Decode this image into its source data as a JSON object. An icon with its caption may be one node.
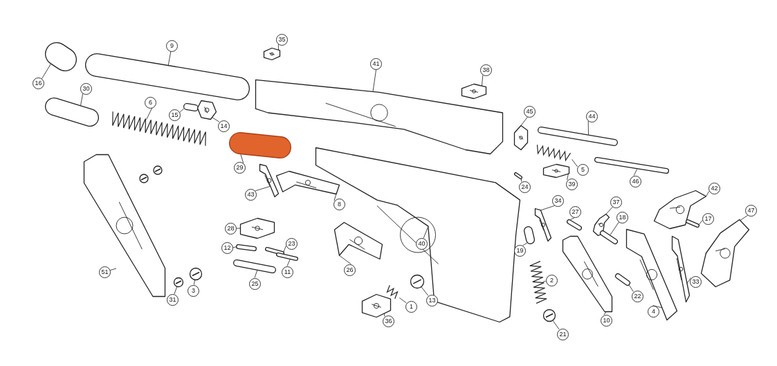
{
  "diagram": {
    "nodes": [
      {
        "text": [
          "16"
        ]
      },
      {
        "text": [],
        "shape": "picture"
      },
      {
        "text": [
          "9"
        ]
      },
      {
        "text": [],
        "shape": "picture"
      },
      {
        "text": [
          "30"
        ]
      },
      {
        "text": [],
        "shape": "picture"
      },
      {
        "text": [
          "6"
        ]
      },
      {
        "text": [],
        "shape": "picture"
      },
      {
        "text": [
          "15"
        ]
      },
      {
        "text": [],
        "shape": "picture"
      },
      {
        "text": [
          "14"
        ]
      },
      {
        "text": [],
        "shape": "picture"
      },
      {
        "text": [
          "35"
        ]
      },
      {
        "text": [],
        "shape": "picture"
      },
      {
        "text": [
          "41"
        ]
      },
      {
        "text": [],
        "shape": "picture"
      },
      {
        "text": [
          "38"
        ]
      },
      {
        "text": [],
        "shape": "picture"
      },
      {
        "text": [
          "45"
        ]
      },
      {
        "text": [],
        "shape": "picture"
      },
      {
        "text": [
          "44"
        ]
      },
      {
        "text": [],
        "shape": "picture"
      },
      {
        "text": [
          "5"
        ]
      },
      {
        "text": [],
        "shape": "picture"
      },
      {
        "text": [
          "46"
        ]
      },
      {
        "text": [],
        "shape": "picture"
      },
      {
        "text": [
          "29"
        ]
      },
      {
        "text": [],
        "shape": "picture"
      },
      {
        "text": [
          "43"
        ]
      },
      {
        "text": [],
        "shape": "picture"
      },
      {
        "text": [
          "8"
        ]
      },
      {
        "text": [],
        "shape": "picture"
      },
      {
        "text": [
          "40"
        ]
      },
      {
        "text": [],
        "shape": "picture"
      },
      {
        "text": [
          "24"
        ]
      },
      {
        "text": [],
        "shape": "picture"
      },
      {
        "text": [
          "39"
        ]
      },
      {
        "text": [],
        "shape": "picture"
      },
      {
        "text": [
          "34"
        ]
      },
      {
        "text": [],
        "shape": "picture"
      },
      {
        "text": [
          "37"
        ]
      },
      {
        "text": [],
        "shape": "picture"
      },
      {
        "text": [
          "27"
        ]
      },
      {
        "text": [],
        "shape": "picture"
      },
      {
        "text": [
          "18"
        ]
      },
      {
        "text": [],
        "shape": "picture"
      },
      {
        "text": [
          "42"
        ]
      },
      {
        "text": [],
        "shape": "picture"
      },
      {
        "text": [
          "17"
        ]
      },
      {
        "text": [],
        "shape": "picture"
      },
      {
        "text": [
          "47"
        ]
      },
      {
        "text": [],
        "shape": "picture"
      },
      {
        "text": [
          "28"
        ]
      },
      {
        "text": [],
        "shape": "picture"
      },
      {
        "text": [
          "12"
        ]
      },
      {
        "text": [],
        "shape": "picture"
      },
      {
        "text": [
          "23"
        ]
      },
      {
        "text": [],
        "shape": "picture"
      },
      {
        "text": [
          "11"
        ]
      },
      {
        "text": [],
        "shape": "picture"
      },
      {
        "text": [
          "25"
        ]
      },
      {
        "text": [],
        "shape": "picture"
      },
      {
        "text": [
          "26"
        ]
      },
      {
        "text": [],
        "shape": "picture"
      },
      {
        "text": [
          "19"
        ]
      },
      {
        "text": [],
        "shape": "picture"
      },
      {
        "text": [
          "51"
        ]
      },
      {
        "text": [],
        "shape": "picture"
      },
      {
        "text": [
          "31"
        ]
      },
      {
        "text": [],
        "shape": "picture"
      },
      {
        "text": [
          "3"
        ]
      },
      {
        "text": [],
        "shape": "picture"
      },
      {
        "text": [
          "2"
        ]
      },
      {
        "text": [],
        "shape": "picture"
      },
      {
        "text": [
          "10"
        ]
      },
      {
        "text": [],
        "shape": "picture"
      },
      {
        "text": [
          "22"
        ]
      },
      {
        "text": [],
        "shape": "picture"
      },
      {
        "text": [
          "4"
        ]
      },
      {
        "text": [],
        "shape": "picture"
      },
      {
        "text": [
          "33"
        ]
      },
      {
        "text": [],
        "shape": "picture"
      },
      {
        "text": [
          "1"
        ]
      },
      {
        "text": [],
        "shape": "picture"
      },
      {
        "text": [
          "13"
        ]
      },
      {
        "text": [],
        "shape": "picture"
      },
      {
        "text": [
          "36"
        ]
      },
      {
        "text": [],
        "shape": "picture"
      },
      {
        "text": [
          "21"
        ]
      },
      {
        "text": [],
        "shape": "picture"
      }
    ],
    "edges": [
      {
        "from": 0,
        "to": 1,
        "arrow": "none"
      },
      {
        "from": 2,
        "to": 3,
        "arrow": "none"
      },
      {
        "from": 4,
        "to": 5,
        "arrow": "none"
      },
      {
        "from": 6,
        "to": 7,
        "arrow": "none"
      },
      {
        "from": 8,
        "to": 9,
        "arrow": "none"
      },
      {
        "from": 10,
        "to": 11,
        "arrow": "none"
      },
      {
        "from": 12,
        "to": 13,
        "arrow": "none"
      },
      {
        "from": 14,
        "to": 15,
        "arrow": "none"
      },
      {
        "from": 16,
        "to": 17,
        "arrow": "none"
      },
      {
        "from": 18,
        "to": 19,
        "arrow": "none"
      },
      {
        "from": 20,
        "to": 21,
        "arrow": "none"
      },
      {
        "from": 22,
        "to": 23,
        "arrow": "none"
      },
      {
        "from": 24,
        "to": 25,
        "arrow": "none"
      },
      {
        "from": 26,
        "to": 27,
        "arrow": "none"
      },
      {
        "from": 28,
        "to": 29,
        "arrow": "none"
      },
      {
        "from": 30,
        "to": 31,
        "arrow": "none"
      },
      {
        "from": 32,
        "to": 33,
        "arrow": "none"
      },
      {
        "from": 34,
        "to": 35,
        "arrow": "none"
      },
      {
        "from": 36,
        "to": 37,
        "arrow": "none"
      },
      {
        "from": 38,
        "to": 39,
        "arrow": "none"
      },
      {
        "from": 40,
        "to": 41,
        "arrow": "none"
      },
      {
        "from": 42,
        "to": 43,
        "arrow": "none"
      },
      {
        "from": 44,
        "to": 45,
        "arrow": "none"
      },
      {
        "from": 46,
        "to": 47,
        "arrow": "none"
      },
      {
        "from": 48,
        "to": 49,
        "arrow": "none"
      },
      {
        "from": 50,
        "to": 51,
        "arrow": "none"
      },
      {
        "from": 52,
        "to": 53,
        "arrow": "none"
      },
      {
        "from": 54,
        "to": 55,
        "arrow": "none"
      },
      {
        "from": 56,
        "to": 57,
        "arrow": "none"
      },
      {
        "from": 58,
        "to": 59,
        "arrow": "none"
      },
      {
        "from": 60,
        "to": 61,
        "arrow": "none"
      },
      {
        "from": 62,
        "to": 63,
        "arrow": "none"
      },
      {
        "from": 64,
        "to": 65,
        "arrow": "none"
      },
      {
        "from": 66,
        "to": 67,
        "arrow": "none"
      },
      {
        "from": 68,
        "to": 69,
        "arrow": "none"
      },
      {
        "from": 70,
        "to": 71,
        "arrow": "none"
      },
      {
        "from": 72,
        "to": 73,
        "arrow": "none"
      },
      {
        "from": 74,
        "to": 75,
        "arrow": "none"
      },
      {
        "from": 76,
        "to": 77,
        "arrow": "none"
      },
      {
        "from": 78,
        "to": 79,
        "arrow": "none"
      },
      {
        "from": 80,
        "to": 81,
        "arrow": "none"
      },
      {
        "from": 82,
        "to": 83,
        "arrow": "none"
      },
      {
        "from": 84,
        "to": 85,
        "arrow": "none"
      },
      {
        "from": 86,
        "to": 87,
        "arrow": "none"
      },
      {
        "from": 88,
        "to": 89,
        "arrow": "none"
      }
    ]
  }
}
